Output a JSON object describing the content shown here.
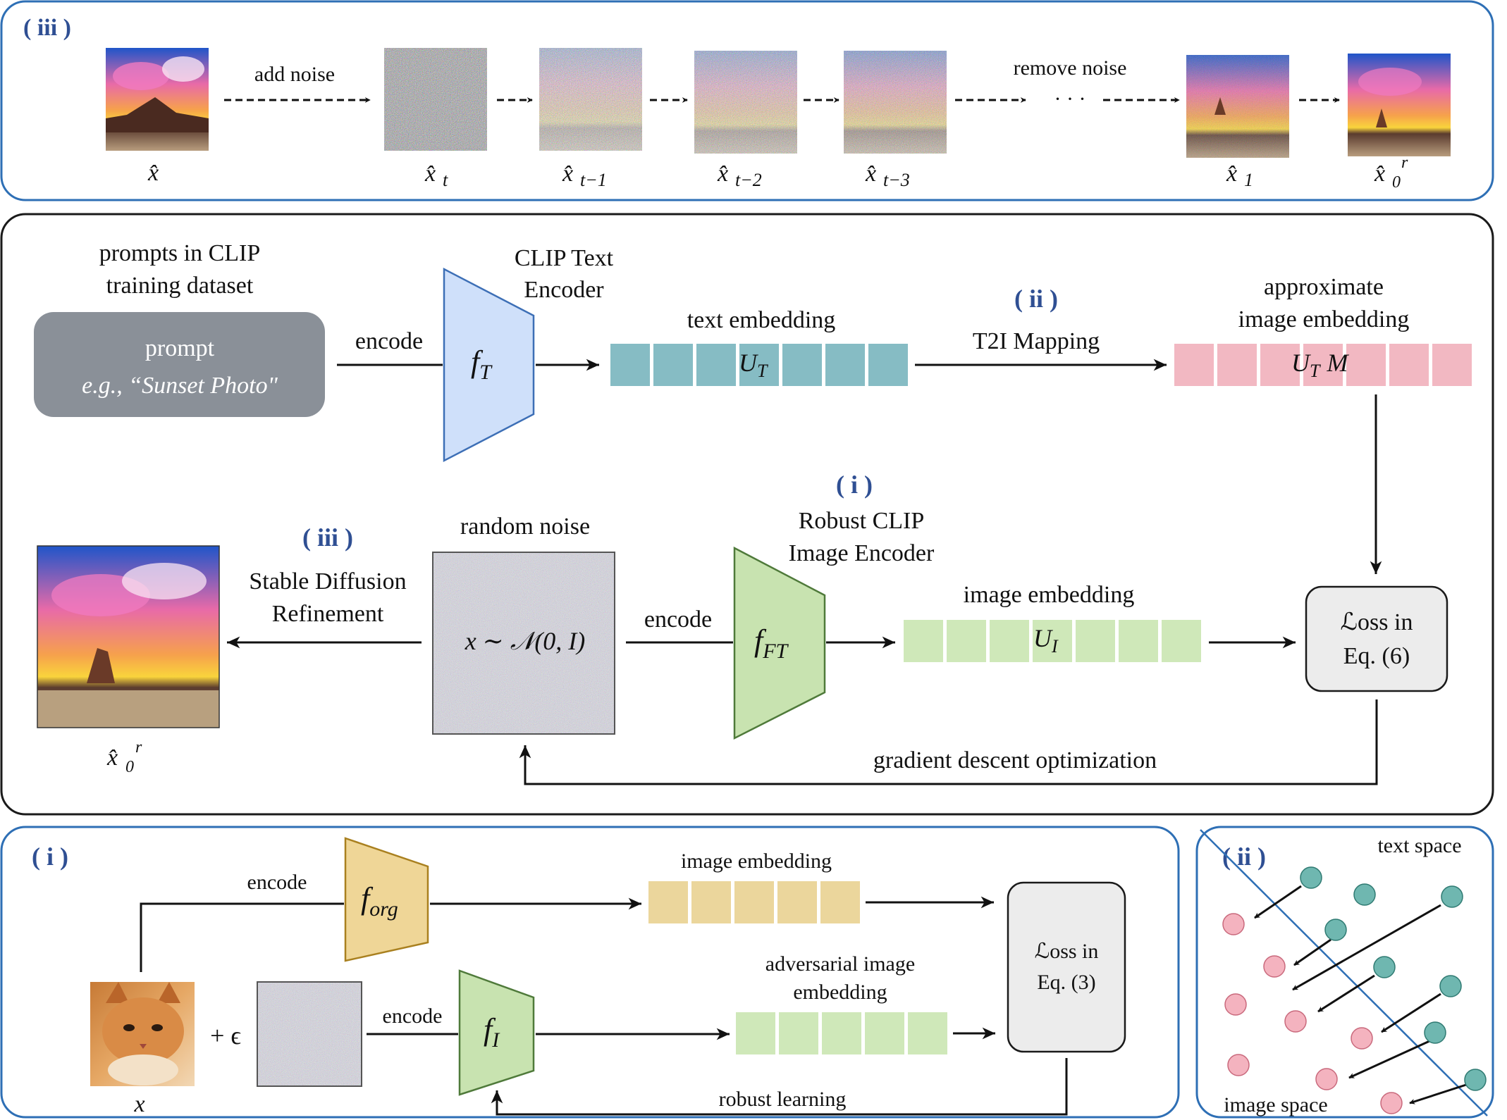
{
  "colors": {
    "panel_blue_border": "#2e6fb5",
    "panel_black_border": "#1a1a1a",
    "tag_blue": "#2f4f93",
    "prompt_box": "#8a9098",
    "text_encoder": "#cfe0fa",
    "text_encoder_border": "#3d6fb6",
    "image_encoder": "#c8e3b0",
    "image_encoder_border": "#4f7a3a",
    "org_encoder": "#efd697",
    "org_encoder_border": "#a9801f",
    "text_embedding": "#86bcc4",
    "approx_embedding": "#f2b8c2",
    "image_embedding": "#cfe8b9",
    "org_embedding": "#ebd69c",
    "loss_box": "#ececec",
    "dot_text": "#6fb7b0",
    "dot_image": "#f4b3bf"
  },
  "top_panel": {
    "tag": "( iii )",
    "add_noise": "add noise",
    "remove_noise": "remove noise",
    "ellipsis": "· · ·",
    "labels": {
      "x_hat": "x̂",
      "sub_t": "t",
      "sub_t1": "t−1",
      "sub_t2": "t−2",
      "sub_t3": "t−3",
      "sub_1": "1",
      "sub_0": "0",
      "sup_r": "r"
    }
  },
  "middle_panel": {
    "prompts_heading_line1": "prompts in CLIP",
    "prompts_heading_line2": "training dataset",
    "prompt_box_title": "prompt",
    "prompt_box_example": "e.g., “Sunset Photo\"",
    "encode": "encode",
    "clip_text_encoder_line1": "CLIP Text",
    "clip_text_encoder_line2": "Encoder",
    "f_T": "f",
    "f_T_sub": "T",
    "text_embedding": "text embedding",
    "U_T": "U",
    "U_T_sub": "T",
    "tag_ii": "( ii )",
    "t2i_mapping": "T2I Mapping",
    "approx_line1": "approximate",
    "approx_line2": "image embedding",
    "U_T_M": "U",
    "U_T_M_sub": "T",
    "U_T_M_M": "M",
    "tag_i": "( i )",
    "robust_line1": "Robust CLIP",
    "robust_line2": "Image Encoder",
    "tag_iii": "( iii )",
    "sd_line1": "Stable Diffusion",
    "sd_line2": "Refinement",
    "random_noise": "random noise",
    "noise_formula": "x ∼ 𝒩(0, I)",
    "encode2": "encode",
    "f_FT": "f",
    "f_FT_sub": "FT",
    "image_embedding": "image embedding",
    "U_I": "U",
    "U_I_sub": "I",
    "loss_line1": "ℒoss in",
    "loss_line2": "Eq. (6)",
    "gradient": "gradient descent optimization",
    "x0r": "x̂",
    "x0r_sub": "0",
    "x0r_sup": "r"
  },
  "bottom_left_panel": {
    "tag": "( i )",
    "encode_top": "encode",
    "f_org": "f",
    "f_org_sub": "org",
    "image_embedding": "image embedding",
    "plus_eps": "+ ϵ",
    "encode_bottom": "encode",
    "f_I": "f",
    "f_I_sub": "I",
    "adv_line1": "adversarial image",
    "adv_line2": "embedding",
    "loss_line1": "ℒoss in",
    "loss_line2": "Eq. (3)",
    "robust_learning": "robust learning",
    "x": "x"
  },
  "bottom_right_panel": {
    "tag": "( ii )",
    "text_space": "text space",
    "image_space": "image space"
  }
}
